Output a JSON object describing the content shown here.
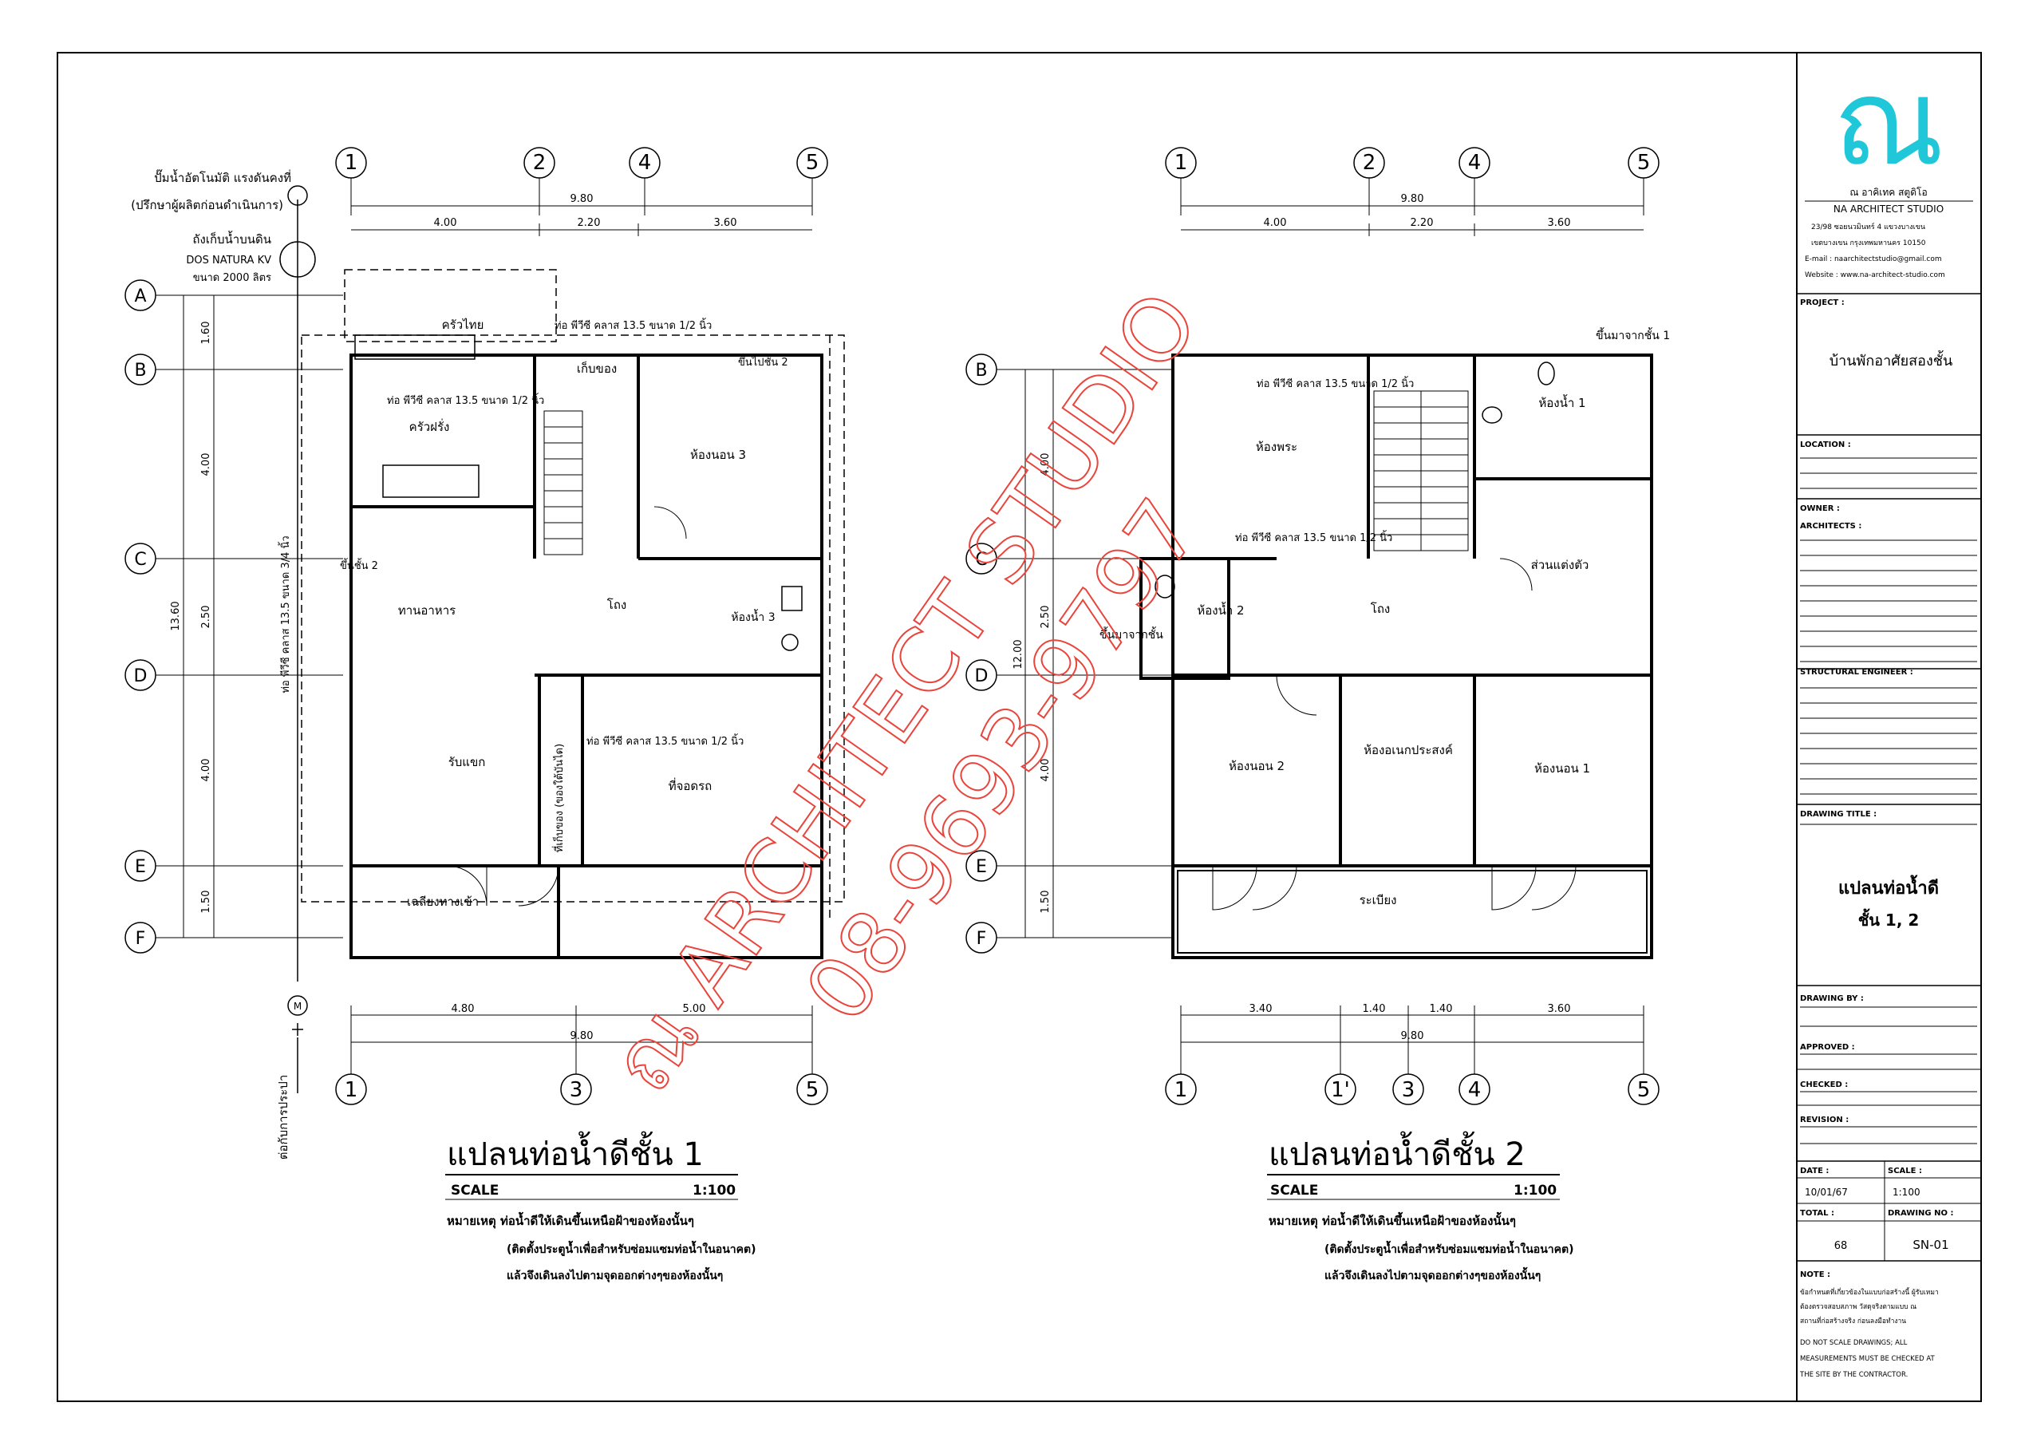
{
  "title_block": {
    "logo_char": "ณ",
    "company_thai": "ณ อาคิเทค สตูดิโอ",
    "company_en": "NA ARCHITECT STUDIO",
    "address_1": "23/98 ซอยนวมินทร์ 4 แขวงบางเขน",
    "address_2": "เขตบางเขน กรุงเทพมหานคร 10150",
    "email": "E-mail : naarchitectstudio@gmail.com",
    "website": "Website : www.na-architect-studio.com",
    "project_label": "PROJECT :",
    "project_name": "บ้านพักอาศัยสองชั้น",
    "location_label": "LOCATION :",
    "owner_label": "OWNER :",
    "architects_label": "ARCHITECTS :",
    "structural_label": "STRUCTURAL ENGINEER :",
    "drawing_title_label": "DRAWING TITLE :",
    "drawing_title_1": "แปลนท่อน้ำดี",
    "drawing_title_2": "ชั้น 1, 2",
    "drawn_by_label": "DRAWING BY :",
    "approved_label": "APPROVED :",
    "checked_label": "CHECKED :",
    "revision_label": "REVISION :",
    "date_label": "DATE :",
    "date_value": "10/01/67",
    "scale_label": "SCALE :",
    "scale_value": "1:100",
    "total_label": "TOTAL :",
    "total_value": "68",
    "drawing_no_label": "DRAWING NO :",
    "drawing_no_value": "SN-01",
    "note_label": "NOTE :",
    "note_lines": [
      "ข้อกำหนดที่เกี่ยวข้องในแบบก่อสร้างนี้ ผู้รับเหมา",
      "ต้องตรวจสอบสภาพ วัสดุจริงตามแบบ ณ",
      "สถานที่ก่อสร้างจริง ก่อนลงมือทำงาน",
      "DO NOT SCALE DRAWINGS; ALL",
      "MEASUREMENTS MUST BE CHECKED AT",
      "THE SITE BY THE CONTRACTOR."
    ]
  },
  "watermark": {
    "line1": "ณ ARCHITECT STUDIO",
    "line2": "08-9693-9797",
    "color": "#e8453c"
  },
  "plan1": {
    "title": "แปลนท่อน้ำดีชั้น 1",
    "scale_label": "SCALE",
    "scale_value": "1:100",
    "note_1": "หมายเหตุ ท่อน้ำดีให้เดินขึ้นเหนือฝ้าของห้องนั้นๆ",
    "note_2": "(ติดตั้งประตูน้ำเพื่อสำหรับซ่อมแซมท่อน้ำในอนาคต)",
    "note_3": "แล้วจึงเดินลงไปตามจุดออกต่างๆของห้องนั้นๆ",
    "pump_1": "ปั๊มน้ำอัตโนมัติ แรงดันคงที่",
    "pump_2": "(ปรึกษาผู้ผลิตก่อนดำเนินการ)",
    "tank_1": "ถังเก็บน้ำบนดิน",
    "tank_2": "DOS NATURA KV",
    "tank_3": "ขนาด 2000 ลิตร",
    "supply": "ต่อกับการประปา",
    "meter": "M",
    "grid_top": [
      "1",
      "2",
      "4",
      "5"
    ],
    "grid_bottom": [
      "1",
      "3",
      "5"
    ],
    "grid_rows": [
      "A",
      "B",
      "C",
      "D",
      "E",
      "F"
    ],
    "dim_top_total": "9.80",
    "dim_top": [
      "4.00",
      "2.20",
      "3.60"
    ],
    "dim_bottom": [
      "4.80",
      "5.00"
    ],
    "dim_bottom_total": "9.80",
    "dim_left": [
      "1.60",
      "4.00",
      "2.50",
      "4.00",
      "1.50"
    ],
    "dim_left_total": "13.60",
    "rooms": {
      "thai_kitchen": "ครัวไทย",
      "storage": "เก็บของ",
      "pantry": "ครัวฝรั่ง",
      "bed3": "ห้องนอน 3",
      "dining": "ทานอาหาร",
      "hall": "โถง",
      "bath3": "ห้องน้ำ 3",
      "living": "รับแขก",
      "parking": "ที่จอดรถ",
      "understair": "ที่เก็บของ (ของใต้บันได)",
      "porch": "เฉลียงทางเข้า",
      "up2": "ขึ้นชั้น 2"
    },
    "pipes": {
      "p1": "ท่อ พีวีซี คลาส 13.5 ขนาด 1/2 นิ้ว",
      "p2": "ท่อ พีวีซี คลาส 13.5 ขนาด 1/2 นิ้ว",
      "p3": "ท่อ พีวีซี คลาส 13.5 ขนาด 1/2 นิ้ว",
      "p4": "ท่อ พีวีซี คลาส 13.5 ขนาด 3/4 นิ้ว",
      "p5": "ขึ้นไปชั้น 2"
    }
  },
  "plan2": {
    "title": "แปลนท่อน้ำดีชั้น 2",
    "scale_label": "SCALE",
    "scale_value": "1:100",
    "note_1": "หมายเหตุ ท่อน้ำดีให้เดินขึ้นเหนือฝ้าของห้องนั้นๆ",
    "note_2": "(ติดตั้งประตูน้ำเพื่อสำหรับซ่อมแซมท่อน้ำในอนาคต)",
    "note_3": "แล้วจึงเดินลงไปตามจุดออกต่างๆของห้องนั้นๆ",
    "grid_top": [
      "1",
      "2",
      "4",
      "5"
    ],
    "grid_bottom": [
      "1",
      "1'",
      "3",
      "4",
      "5"
    ],
    "grid_rows": [
      "B",
      "C",
      "D",
      "E",
      "F"
    ],
    "dim_top_total": "9.80",
    "dim_top": [
      "4.00",
      "2.20",
      "3.60"
    ],
    "dim_bottom": [
      "3.40",
      "1.40",
      "1.40",
      "3.60"
    ],
    "dim_bottom_total": "9.80",
    "dim_left": [
      "4.00",
      "2.50",
      "4.00",
      "1.50"
    ],
    "dim_left_total": "12.00",
    "rooms": {
      "shrine": "ห้องพระ",
      "bath1": "ห้องน้ำ 1",
      "bath2": "ห้องน้ำ 2",
      "hall": "โถง",
      "dress": "ส่วนแต่งตัว",
      "bed2": "ห้องนอน 2",
      "multi": "ห้องอเนกประสงค์",
      "bed1": "ห้องนอน 1",
      "balcony": "ระเบียง",
      "from1": "ขึ้นมาจากชั้น",
      "from1b": "ขึ้นมาจากชั้น 1"
    },
    "pipes": {
      "p1": "ท่อ พีวีซี คลาส 13.5 ขนาด 1/2 นิ้ว",
      "p2": "ท่อ พีวีซี คลาส 13.5 ขนาด 1/2 นิ้ว"
    }
  }
}
